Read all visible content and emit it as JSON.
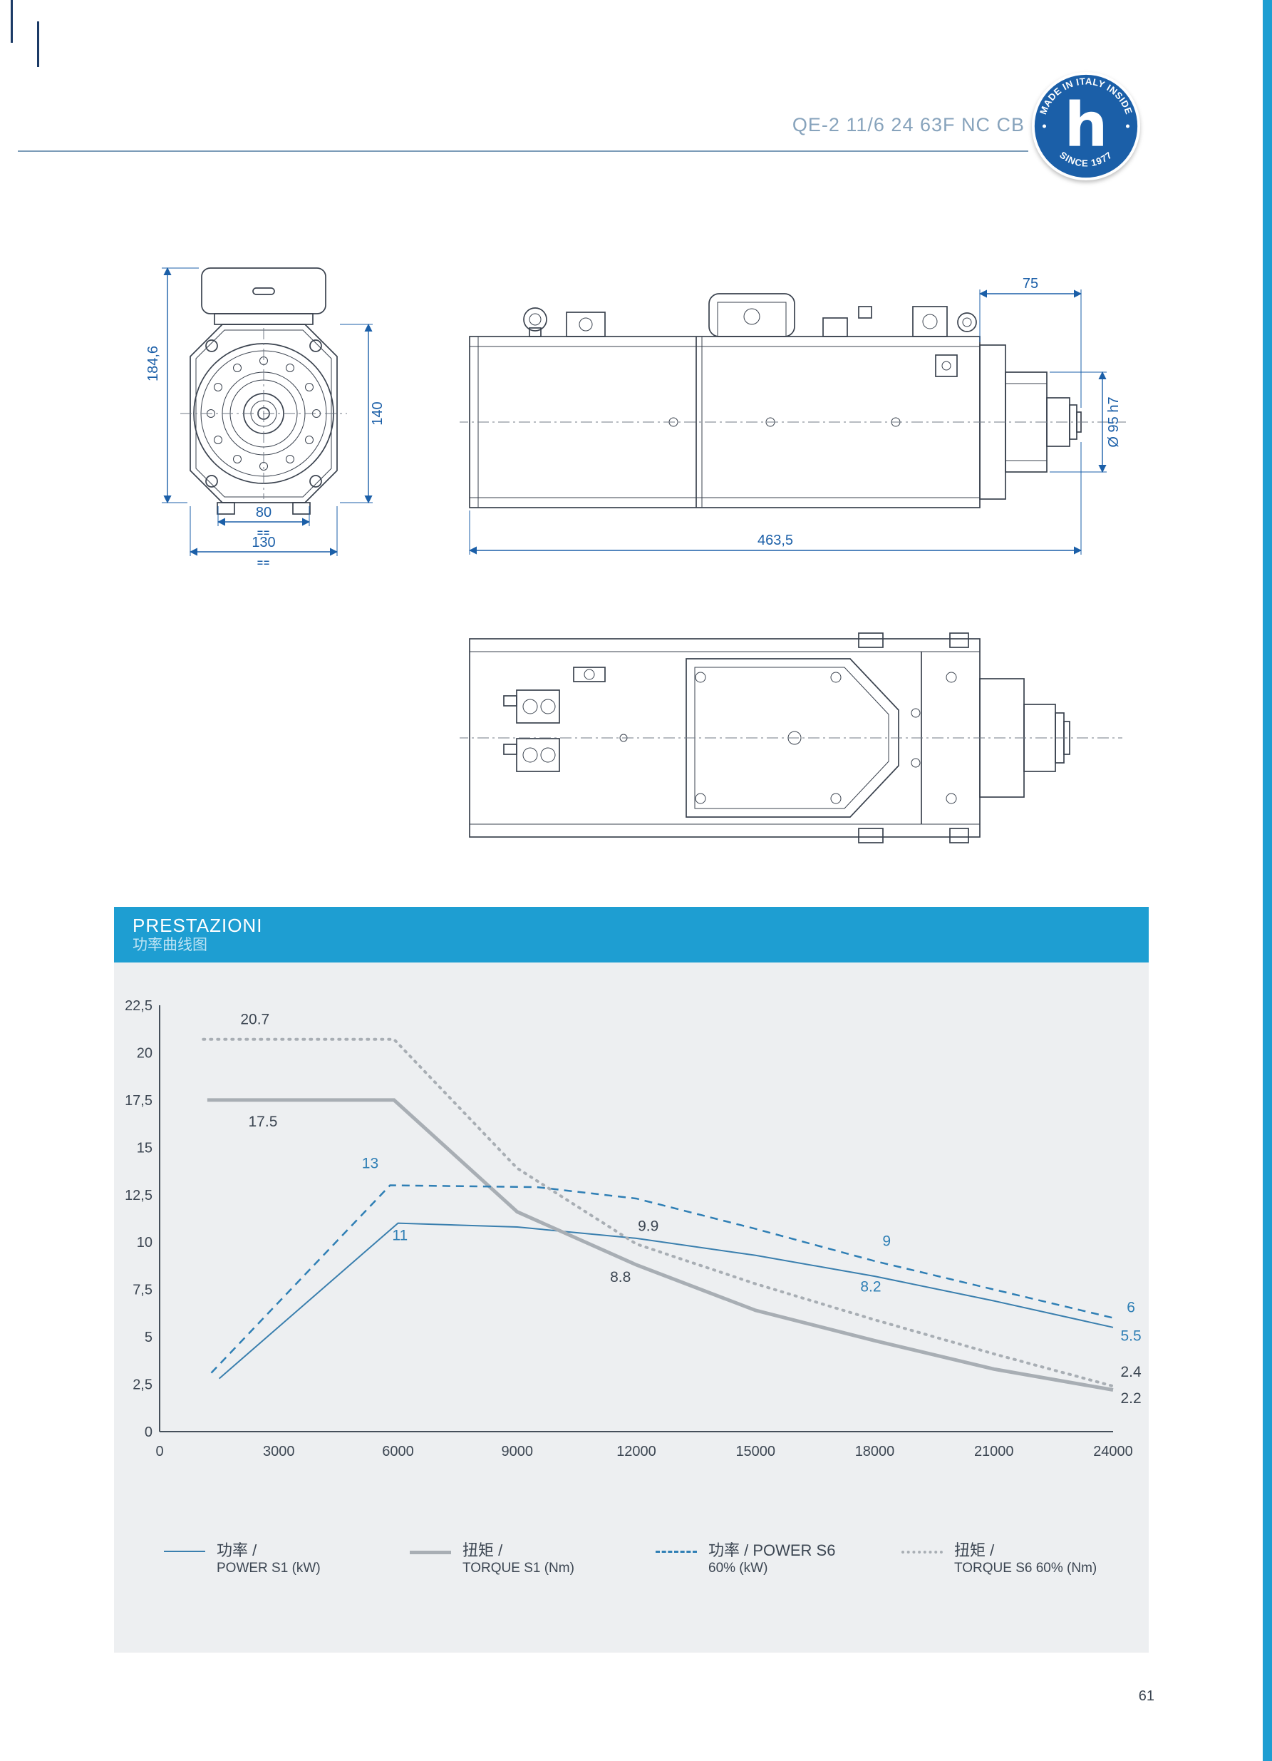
{
  "page": {
    "product_code": "QE-2 11/6 24 63F NC CB",
    "page_number": "61"
  },
  "badge": {
    "arc_top": "MADE IN ITALY INSIDE",
    "arc_bottom": "SINCE 1977",
    "monogram": "h",
    "color": "#1b5fa8"
  },
  "drawings": {
    "front_view": {
      "dim_total_height": "184,6",
      "dim_body_height": "140",
      "dim_inner_width": "80",
      "dim_body_width": "130",
      "symmetry_mark": "=="
    },
    "side_view": {
      "dim_nose_length": "75",
      "dim_shaft_diameter": "Ø 95 h7",
      "dim_total_length": "463,5"
    }
  },
  "chart": {
    "title": "PRESTAZIONI",
    "subtitle": "功率曲线图",
    "bar_color": "#1e9ed2",
    "chart_data": {
      "type": "line",
      "x_unit": "rpm",
      "xlabel": "",
      "ylabel": "",
      "xlim": [
        0,
        24000
      ],
      "ylim": [
        0,
        22.5
      ],
      "grid": false,
      "legend_position": "bottom",
      "x_ticks": [
        0,
        3000,
        6000,
        9000,
        12000,
        15000,
        18000,
        21000,
        24000
      ],
      "y_ticks": [
        {
          "v": 0,
          "label": "0"
        },
        {
          "v": 2.5,
          "label": "2,5"
        },
        {
          "v": 5,
          "label": "5"
        },
        {
          "v": 7.5,
          "label": "7,5"
        },
        {
          "v": 10,
          "label": "10"
        },
        {
          "v": 12.5,
          "label": "12,5"
        },
        {
          "v": 15,
          "label": "15"
        },
        {
          "v": 17.5,
          "label": "17,5"
        },
        {
          "v": 20,
          "label": "20"
        },
        {
          "v": 22.5,
          "label": "22,5"
        }
      ],
      "series": [
        {
          "name": "POWER S1 (kW)",
          "style": "solid-thin",
          "color": "#3a7fae",
          "points": [
            [
              1500,
              2.8
            ],
            [
              6000,
              11
            ],
            [
              9000,
              10.8
            ],
            [
              12000,
              10.2
            ],
            [
              15000,
              9.3
            ],
            [
              18000,
              8.2
            ],
            [
              21000,
              6.9
            ],
            [
              24000,
              5.5
            ]
          ]
        },
        {
          "name": "TORQUE S1 (Nm)",
          "style": "solid-thick",
          "color": "#a8aeb4",
          "points": [
            [
              1200,
              17.5
            ],
            [
              5900,
              17.5
            ],
            [
              9000,
              11.6
            ],
            [
              12000,
              8.8
            ],
            [
              15000,
              6.4
            ],
            [
              18000,
              4.8
            ],
            [
              21000,
              3.3
            ],
            [
              24000,
              2.2
            ]
          ]
        },
        {
          "name": "POWER S6 60% (kW)",
          "style": "dashed",
          "color": "#2f7fb5",
          "points": [
            [
              1300,
              3.1
            ],
            [
              5800,
              13
            ],
            [
              9500,
              12.9
            ],
            [
              12000,
              12.3
            ],
            [
              15000,
              10.7
            ],
            [
              18000,
              9
            ],
            [
              21000,
              7.5
            ],
            [
              24000,
              6
            ]
          ]
        },
        {
          "name": "TORQUE S6 60% (Nm)",
          "style": "dotted",
          "color": "#a8aeb4",
          "points": [
            [
              1100,
              20.7
            ],
            [
              5900,
              20.7
            ],
            [
              9000,
              13.9
            ],
            [
              12000,
              9.9
            ],
            [
              15000,
              7.8
            ],
            [
              18000,
              5.9
            ],
            [
              21000,
              4.1
            ],
            [
              24000,
              2.4
            ]
          ]
        }
      ],
      "annotations": [
        {
          "text": "20.7",
          "x": 2400,
          "y": 21.5,
          "color": "dark"
        },
        {
          "text": "17.5",
          "x": 2600,
          "y": 16.1,
          "color": "dark"
        },
        {
          "text": "13",
          "x": 5300,
          "y": 13.9,
          "color": "blue"
        },
        {
          "text": "11",
          "x": 6050,
          "y": 10.1,
          "color": "blue"
        },
        {
          "text": "9.9",
          "x": 12300,
          "y": 10.6,
          "color": "dark"
        },
        {
          "text": "8.8",
          "x": 11600,
          "y": 7.9,
          "color": "dark"
        },
        {
          "text": "9",
          "x": 18300,
          "y": 9.8,
          "color": "blue"
        },
        {
          "text": "8.2",
          "x": 17900,
          "y": 7.4,
          "color": "blue"
        },
        {
          "text": "6",
          "x": 24450,
          "y": 6.3,
          "color": "blue"
        },
        {
          "text": "5.5",
          "x": 24450,
          "y": 4.8,
          "color": "blue"
        },
        {
          "text": "2.4",
          "x": 24450,
          "y": 2.9,
          "color": "dark"
        },
        {
          "text": "2.2",
          "x": 24450,
          "y": 1.5,
          "color": "dark"
        }
      ]
    },
    "legend": [
      {
        "line1": "功率 /",
        "line2": "POWER S1 (kW)",
        "swatch": "swatch solid-thin-sw"
      },
      {
        "line1": "扭矩 /",
        "line2": "TORQUE S1 (Nm)",
        "swatch": "swatch solid-thick-sw"
      },
      {
        "line1": "功率 / POWER S6",
        "line2": "60% (kW)",
        "swatch": "swatch dashed-sw"
      },
      {
        "line1": "扭矩 /",
        "line2": "TORQUE S6 60% (Nm)",
        "swatch": "swatch dotted-sw"
      }
    ]
  }
}
